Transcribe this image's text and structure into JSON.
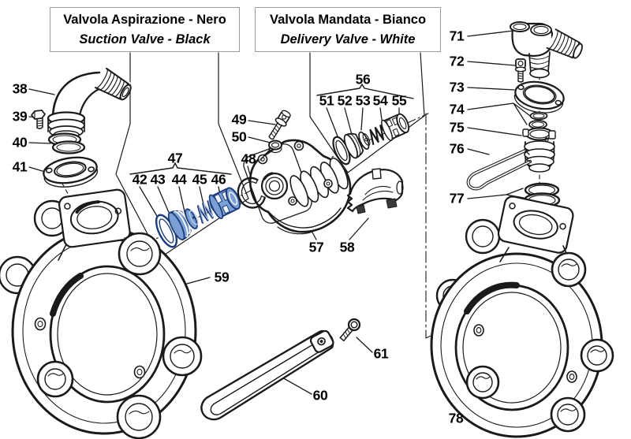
{
  "legend_boxes": [
    {
      "line1": "Valvola Aspirazione - Nero",
      "line2": "Suction Valve - Black"
    },
    {
      "line1": "Valvola Mandata - Bianco",
      "line2": "Delivery Valve - White"
    }
  ],
  "callouts": {
    "38": "38",
    "39": "39",
    "40": "40",
    "41": "41",
    "42": "42",
    "43": "43",
    "44": "44",
    "45": "45",
    "46": "46",
    "47": "47",
    "48": "48",
    "49": "49",
    "50": "50",
    "51": "51",
    "52": "52",
    "53": "53",
    "54": "54",
    "55": "55",
    "56": "56",
    "57": "57",
    "58": "58",
    "59": "59",
    "60": "60",
    "61": "61",
    "71": "71",
    "72": "72",
    "73": "73",
    "74": "74",
    "75": "75",
    "76": "76",
    "77": "77",
    "78": "78"
  },
  "colors": {
    "line": "#1a1a1a",
    "box_border": "#9b9b9b",
    "highlight_fill": "#7ba0d4",
    "highlight_stroke": "#1d3c7c",
    "highlight_light": "#b9cdeb",
    "background": "#ffffff"
  }
}
